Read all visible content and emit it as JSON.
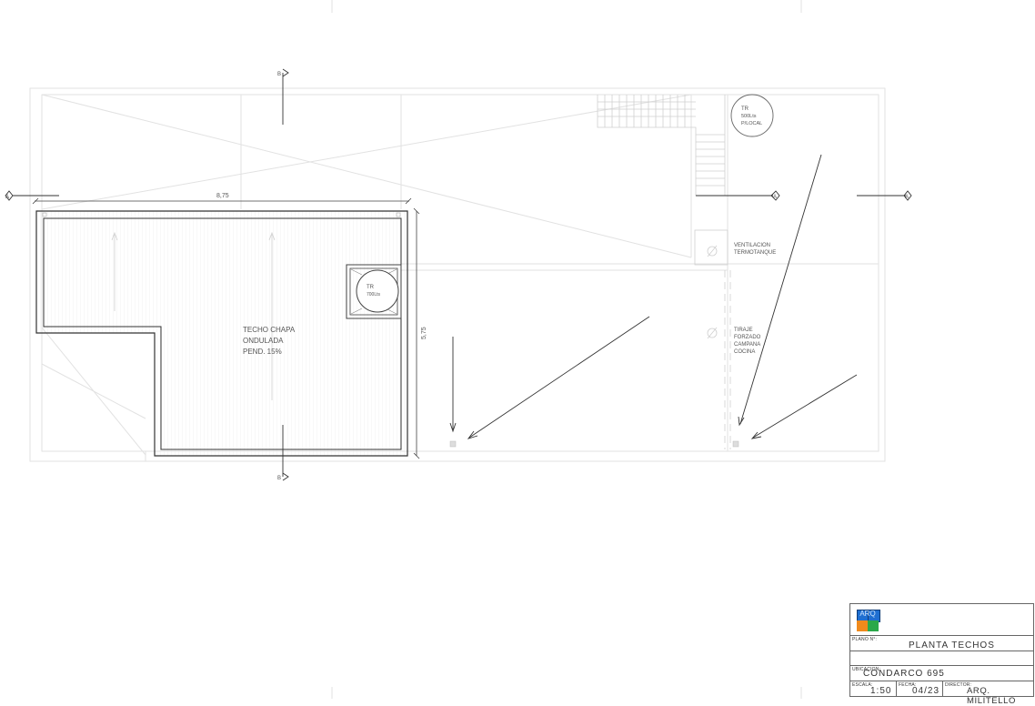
{
  "labels": {
    "scale_dimension_horizontal": "8,75",
    "scale_dimension_vertical": "5,75",
    "section_a_left": "A",
    "section_a_mid": "A",
    "section_a_right": "A",
    "section_b_top": "B",
    "section_b_bottom": "B",
    "tank_large": [
      "TR",
      "500Lts",
      "P/LOCAL"
    ],
    "tank_small": [
      "TR",
      "700Lts"
    ],
    "roof_note": [
      "TECHO CHAPA",
      "ONDULADA",
      "PEND. 15%"
    ],
    "ventilation_note": [
      "VENTILACION",
      "TERMOTANQUE"
    ],
    "exhaust_note": [
      "TIRAJE",
      "FORZADO",
      "CAMPANA",
      "COCINA"
    ]
  },
  "title_block": {
    "logo_text": "ARQ",
    "logo_colors": [
      "#1f6fd1",
      "#2f8f3a",
      "#f08a1c",
      "#2aa84a"
    ],
    "plano_label": "PLANO N°:",
    "plano_title": "PLANTA TECHOS",
    "ubicacion_label": "UBICACION:",
    "ubicacion_value": "CONDARCO 695",
    "escala_label": "ESCALA:",
    "escala_value": "1:50",
    "fecha_label": "FECHA:",
    "fecha_value": "04/23",
    "director_label": "DIRECTOR:",
    "director_value": "ARQ. MILITELLO"
  }
}
